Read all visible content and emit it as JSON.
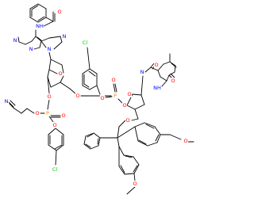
{
  "colors": {
    "background": "#ffffff",
    "bond": "#000000",
    "C": "#000000",
    "N": "#0000ff",
    "O": "#ff0000",
    "P": "#ff8000",
    "Cl": "#00cc00"
  },
  "atom_labels": {
    "N": "N",
    "NH": "NH",
    "HN": "HN",
    "O": "O",
    "P": "P",
    "Cl": "Cl"
  }
}
